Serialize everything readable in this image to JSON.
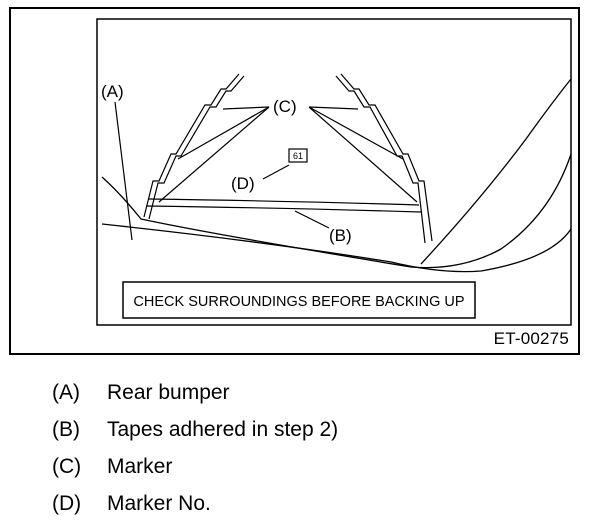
{
  "figure": {
    "callouts": {
      "a": "(A)",
      "b": "(B)",
      "c": "(C)",
      "d": "(D)"
    },
    "marker_number": "61",
    "warning_text": "CHECK SURROUNDINGS BEFORE BACKING UP",
    "figure_id": "ET-00275"
  },
  "legend": {
    "items": [
      {
        "key": "(A)",
        "text": "Rear bumper"
      },
      {
        "key": "(B)",
        "text": "Tapes adhered in step 2)"
      },
      {
        "key": "(C)",
        "text": "Marker"
      },
      {
        "key": "(D)",
        "text": "Marker No."
      }
    ]
  }
}
